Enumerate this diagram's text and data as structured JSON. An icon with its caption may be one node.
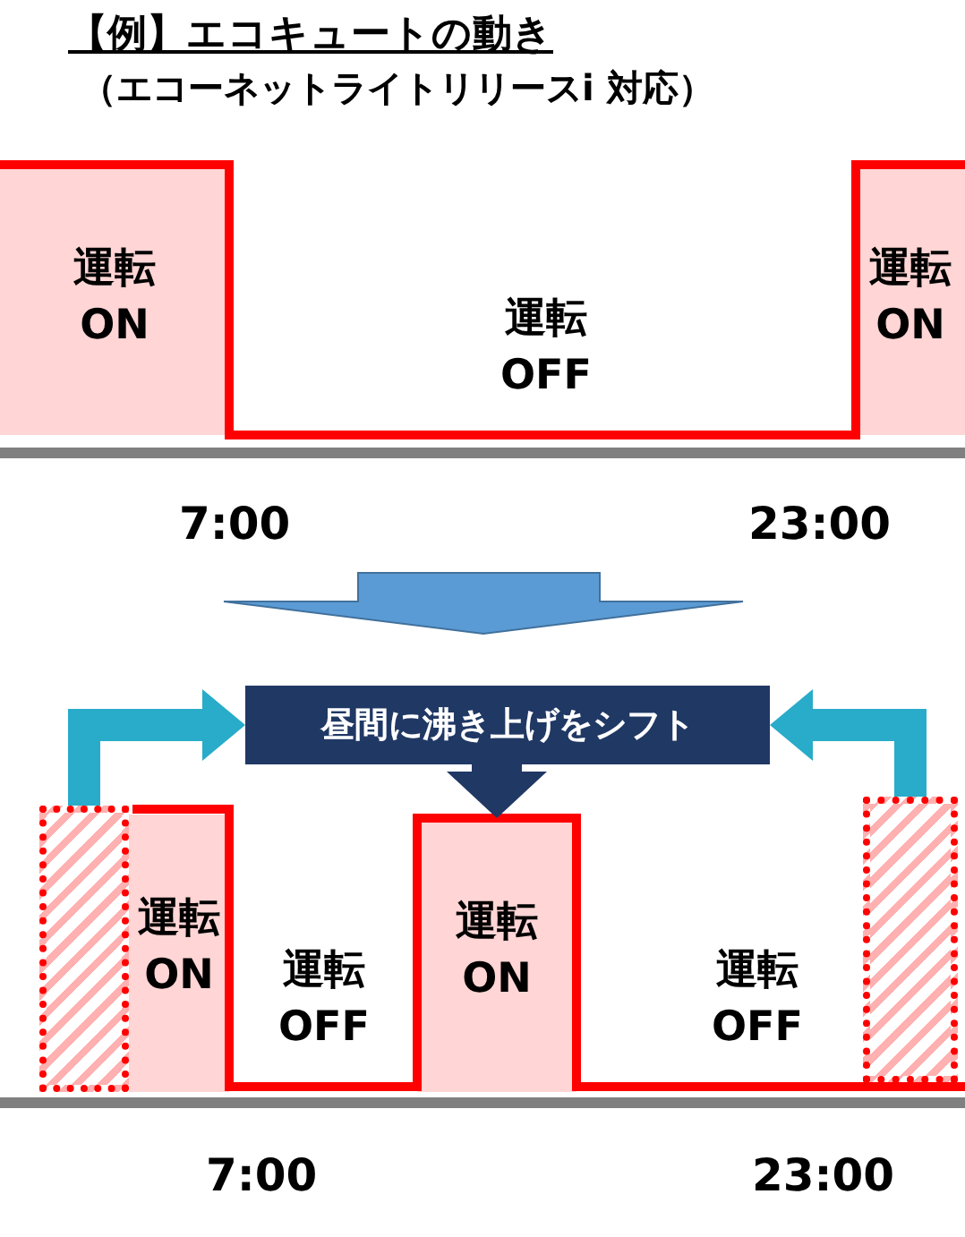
{
  "diagram": {
    "title": "【例】エコキュートの動き",
    "nodes": [
      {
        "text": [
          "運転 ON"
        ]
      },
      {
        "text": [
          "運転 ON"
        ]
      },
      {
        "text": [
          "昼間に沸き上げをシフト"
        ]
      },
      {
        "text": [],
        "shape": "box"
      },
      {
        "text": [
          "運転 ON"
        ]
      },
      {
        "text": [
          "運転 ON"
        ]
      },
      {
        "text": [],
        "shape": "box"
      }
    ],
    "edges": [
      {
        "from": 3,
        "to": 2,
        "arrow": "to"
      },
      {
        "from": 6,
        "to": 2,
        "arrow": "to"
      },
      {
        "from": 2,
        "to": 5,
        "arrow": "to",
        "color": "#203864"
      }
    ],
    "labels": [
      "（エコーネットライトリリースi 対応）",
      "運転 OFF",
      "7:00",
      "23:00",
      "運転 OFF",
      "運転 OFF",
      "7:00",
      "23:00"
    ]
  }
}
